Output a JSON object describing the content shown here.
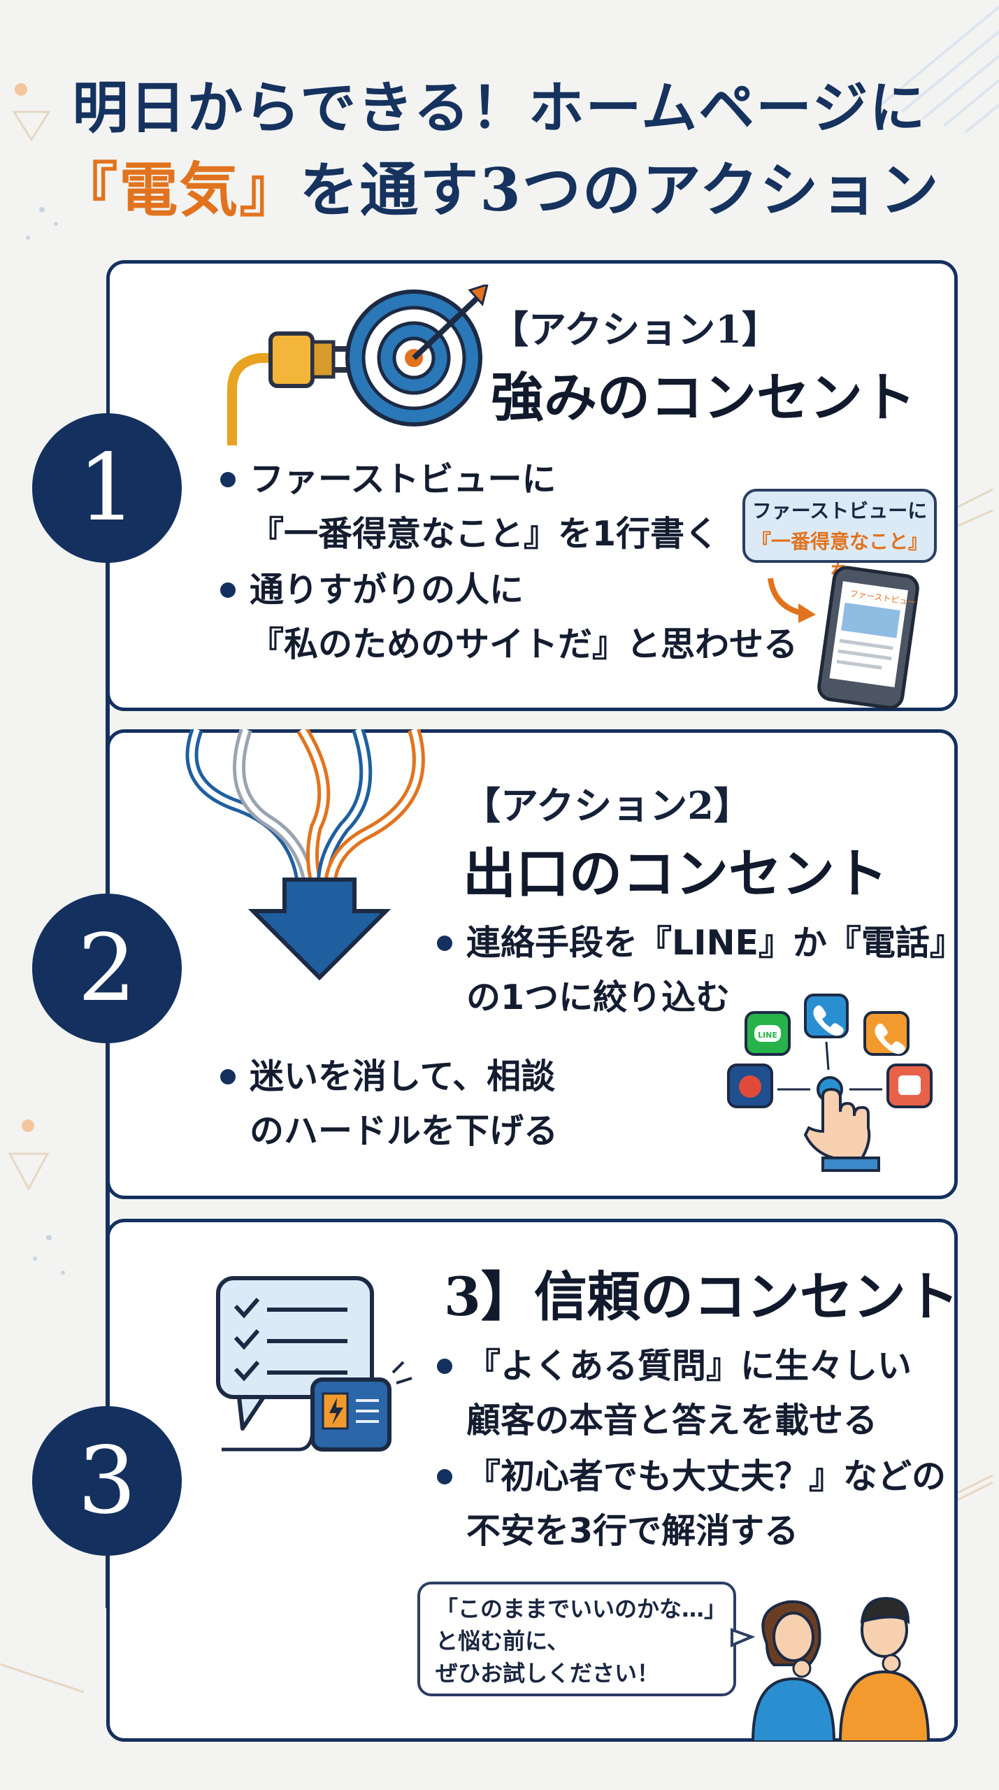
{
  "header": {
    "title_line1": "明日からできる！ホームページに",
    "title_accent": "『電気』",
    "title_line2_rest": "を通す3つのアクション"
  },
  "actions": [
    {
      "number": "1",
      "label": "【アクション1】",
      "title": "強みのコンセント",
      "bullets": [
        {
          "line1": "ファーストビューに",
          "line2": "『一番得意なこと』を1行書く"
        },
        {
          "line1": "通りすがりの人に",
          "line2": "『私のためのサイトだ』と思わせる"
        }
      ],
      "callout": {
        "line1": "ファーストビューに",
        "line2": "『一番得意なこと』を"
      },
      "phone_label": "ファーストビュー"
    },
    {
      "number": "2",
      "label": "【アクション2】",
      "title": "出口のコンセント",
      "bullets": [
        {
          "line1": "連絡手段を『LINE』か『電話』",
          "line2": "の1つに絞り込む"
        },
        {
          "line1": "迷いを消して、相談",
          "line2": "のハードルを下げる"
        }
      ],
      "app_icon_label": "LINE"
    },
    {
      "number": "3",
      "title": "3】信頼のコンセント",
      "bullets": [
        {
          "line1": "『よくある質問』に生々しい",
          "line2": "顧客の本音と答えを載せる"
        },
        {
          "line1": "『初心者でも大丈夫？』などの",
          "line2": "不安を3行で解消する"
        }
      ],
      "speech": {
        "line1": "「このままでいいのかな…」",
        "line2": "と悩む前に、",
        "line3": "ぜひお試しください！"
      }
    }
  ],
  "colors": {
    "navy": "#14305e",
    "accent_orange": "#e2731e",
    "background": "#f3f4f2",
    "light_blue": "#dceaf7"
  },
  "icons": [
    "plug-icon",
    "target-icon",
    "arrow-icon",
    "smartphone-icon",
    "cables-icon",
    "down-arrow-icon",
    "line-app-icon",
    "phone-app-icon",
    "hand-tap-icon",
    "checklist-bubble-icon",
    "power-supply-icon",
    "person-woman-icon",
    "person-man-icon"
  ]
}
